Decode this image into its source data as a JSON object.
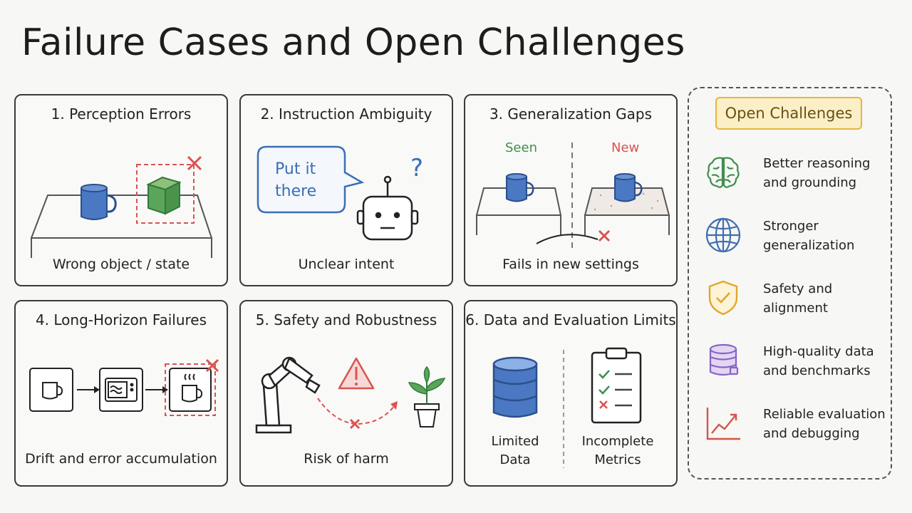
{
  "title": "Failure Cases and Open Challenges",
  "cards": [
    {
      "title": "1. Perception Errors",
      "caption": "Wrong object / state"
    },
    {
      "title": "2. Instruction Ambiguity",
      "caption": "Unclear intent",
      "speech": [
        "Put it",
        "there"
      ],
      "question_mark": "?"
    },
    {
      "title": "3. Generalization Gaps",
      "caption": "Fails in new settings",
      "seen_label": "Seen",
      "new_label": "New"
    },
    {
      "title": "4. Long-Horizon Failures",
      "caption": "Drift and error accumulation"
    },
    {
      "title": "5. Safety and Robustness",
      "caption": "Risk of harm"
    },
    {
      "title": "6. Data and Evaluation Limits",
      "left_label": [
        "Limited",
        "Data"
      ],
      "right_label": [
        "Incomplete",
        "Metrics"
      ]
    }
  ],
  "open_challenges": {
    "header": "Open Challenges",
    "items": [
      {
        "lines": [
          "Better reasoning",
          "and grounding"
        ],
        "icon": "brain-icon",
        "color": "#3f8f4f"
      },
      {
        "lines": [
          "Stronger",
          "generalization"
        ],
        "icon": "globe-icon",
        "color": "#3f6fb0"
      },
      {
        "lines": [
          "Safety and",
          "alignment"
        ],
        "icon": "shield-icon",
        "color": "#e0a82a"
      },
      {
        "lines": [
          "High-quality data",
          "and benchmarks"
        ],
        "icon": "database-icon",
        "color": "#8a63c4"
      },
      {
        "lines": [
          "Reliable evaluation",
          "and debugging"
        ],
        "icon": "trend-chart-icon",
        "color": "#d4554a"
      }
    ]
  },
  "colors": {
    "error": "#d9534f",
    "blue": "#3a6fb5",
    "green": "#3f8f4f"
  }
}
